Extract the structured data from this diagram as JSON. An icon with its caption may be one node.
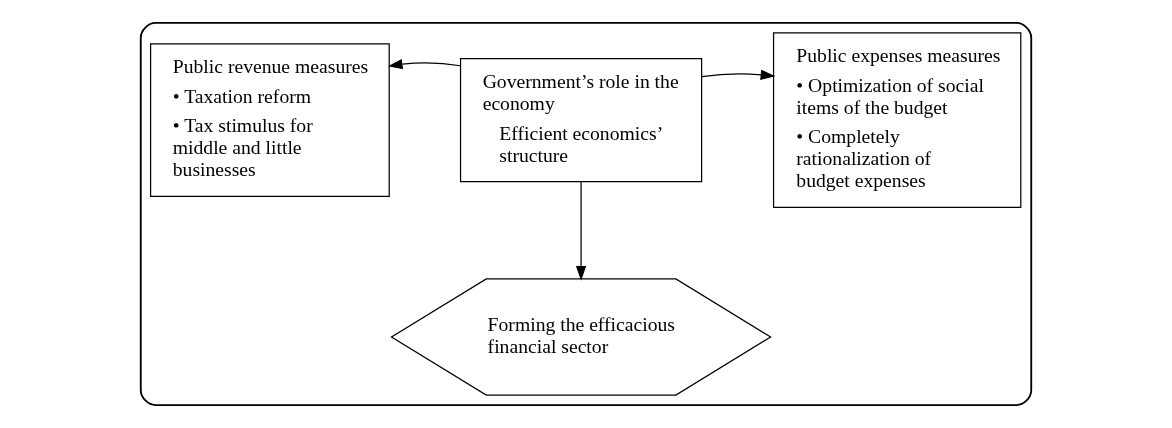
{
  "diagram": {
    "nodes": [
      {
        "text": [],
        "shape": "box"
      },
      {
        "text": [
          "Public revenue measures",
          "• Taxation reform",
          "• Tax stimulus for middle and little businesses"
        ],
        "in": 0
      },
      {
        "text": [
          "Government’s role in the economy",
          "Efficient economics’ structure"
        ],
        "in": 0
      },
      {
        "text": [
          "Public expenses measures",
          "• Optimization of social items of the budget",
          "• Completely rationalization of budget expenses"
        ],
        "in": 0
      },
      {
        "text": [
          "Forming the efficacious financial sector"
        ],
        "in": 0
      }
    ],
    "edges": [
      {
        "from": 2,
        "to": 1,
        "arrow": "to"
      },
      {
        "from": 2,
        "to": 3,
        "arrow": "to"
      },
      {
        "from": 2,
        "to": 4,
        "arrow": "to"
      }
    ]
  }
}
